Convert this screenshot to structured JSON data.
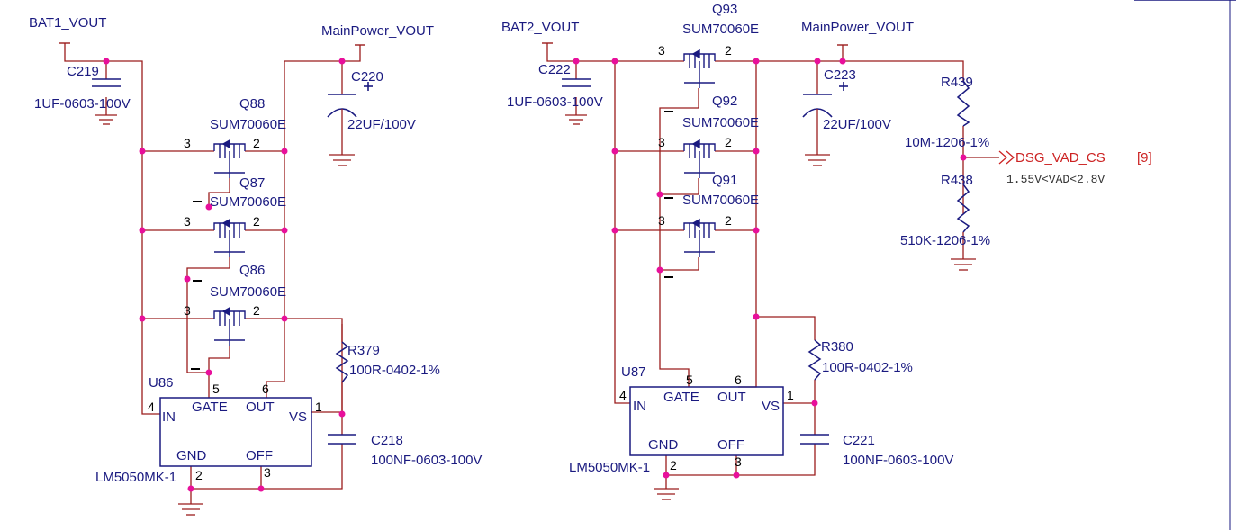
{
  "left": {
    "bat_net": "BAT1_VOUT",
    "main_net": "MainPower_VOUT",
    "c_in": {
      "ref": "C219",
      "value": "1UF-0603-100V"
    },
    "c_out": {
      "ref": "C220",
      "value": "22UF/100V"
    },
    "q_top": {
      "ref": "Q88",
      "part": "SUM70060E"
    },
    "q_mid": {
      "ref": "Q87",
      "part": "SUM70060E"
    },
    "q_bot": {
      "ref": "Q86",
      "part": "SUM70060E"
    },
    "r": {
      "ref": "R379",
      "value": "100R-0402-1%"
    },
    "c_vs": {
      "ref": "C218",
      "value": "100NF-0603-100V"
    },
    "ic": {
      "ref": "U86",
      "part": "LM5050MK-1"
    }
  },
  "right": {
    "bat_net": "BAT2_VOUT",
    "main_net": "MainPower_VOUT",
    "c_in": {
      "ref": "C222",
      "value": "1UF-0603-100V"
    },
    "c_out": {
      "ref": "C223",
      "value": "22UF/100V"
    },
    "q_top": {
      "ref": "Q93",
      "part": "SUM70060E"
    },
    "q_mid": {
      "ref": "Q92",
      "part": "SUM70060E"
    },
    "q_bot": {
      "ref": "Q91",
      "part": "SUM70060E"
    },
    "r": {
      "ref": "R380",
      "value": "100R-0402-1%"
    },
    "c_vs": {
      "ref": "C221",
      "value": "100NF-0603-100V"
    },
    "ic": {
      "ref": "U87",
      "part": "LM5050MK-1"
    }
  },
  "pins": {
    "source": "3",
    "drain": "2"
  },
  "ic_pins": {
    "in": "IN",
    "gate": "GATE",
    "out": "OUT",
    "vs": "VS",
    "gnd": "GND",
    "off": "OFF",
    "in_num": "4",
    "gate_num": "5",
    "out_num": "6",
    "vs_num": "1",
    "gnd_num": "2",
    "off_num": "3"
  },
  "divider": {
    "r_top": {
      "ref": "R439",
      "value": "10M-1206-1%"
    },
    "r_bot": {
      "ref": "R438",
      "value": "510K-1206-1%"
    },
    "net": "DSG_VAD_CS",
    "sheet_ref": "[9]",
    "note": "1.55V<VAD<2.8V"
  },
  "colors": {
    "wire": "#9b1c1c",
    "component": "#1a1a80",
    "junction": "#e8109b",
    "net_label": "#cc2222"
  }
}
